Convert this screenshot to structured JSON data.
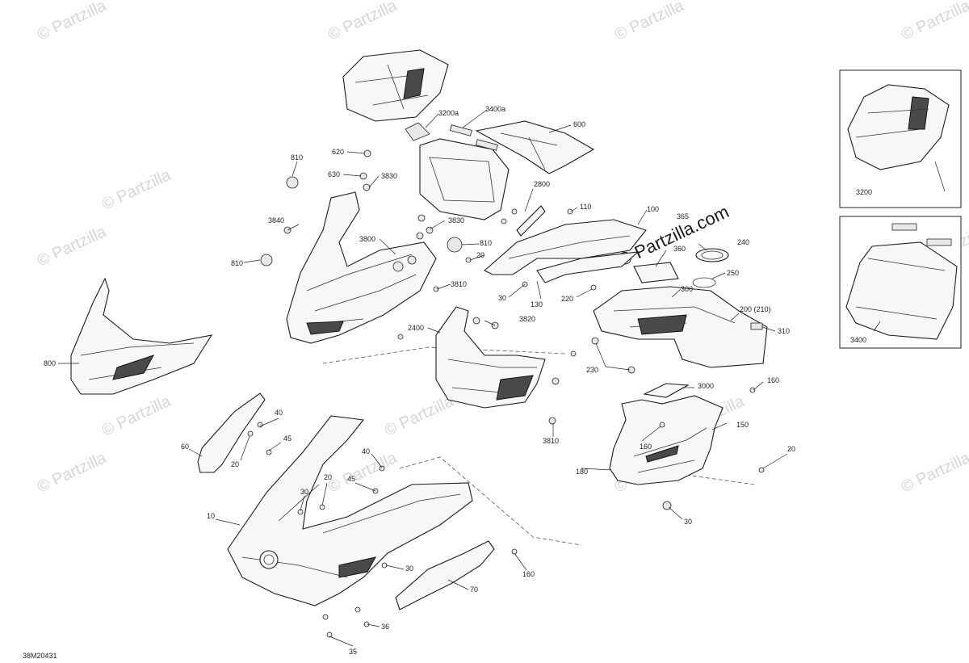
{
  "diagram_code": "38M20431",
  "watermark_text": "© Partzilla",
  "watermark_big": "© Partzilla.com",
  "labels": {
    "l3200a": "3200a",
    "l3400a": "3400a",
    "l600": "600",
    "l810a": "810",
    "l620": "620",
    "l630": "630",
    "l3830a": "3830",
    "l2800": "2800",
    "l110": "110",
    "l100": "100",
    "l365": "365",
    "l3840": "3840",
    "l3830b": "3830",
    "l3800": "3800",
    "l810b": "810",
    "l810c": "810",
    "l360": "360",
    "l240": "240",
    "l250": "250",
    "l300": "300",
    "l3810a": "3810",
    "l20a": "20",
    "l30a": "30",
    "l130": "130",
    "l220": "220",
    "l2400": "2400",
    "l3820": "3820",
    "l200": "200 (210)",
    "l310": "310",
    "l800": "800",
    "l230": "230",
    "l160a": "160",
    "l3000": "3000",
    "l3810b": "3810",
    "l40a": "40",
    "l45a": "45",
    "l60": "60",
    "l20b": "20",
    "l150": "150",
    "l160b": "160",
    "l180": "180",
    "l20c": "20",
    "l40b": "40",
    "l20d": "20",
    "l45b": "45",
    "l30b": "30",
    "l10": "10",
    "l30c": "30",
    "l160c": "160",
    "l30d": "30",
    "l70": "70",
    "l36": "36",
    "l35": "35",
    "l3200": "3200",
    "l3400": "3400"
  }
}
